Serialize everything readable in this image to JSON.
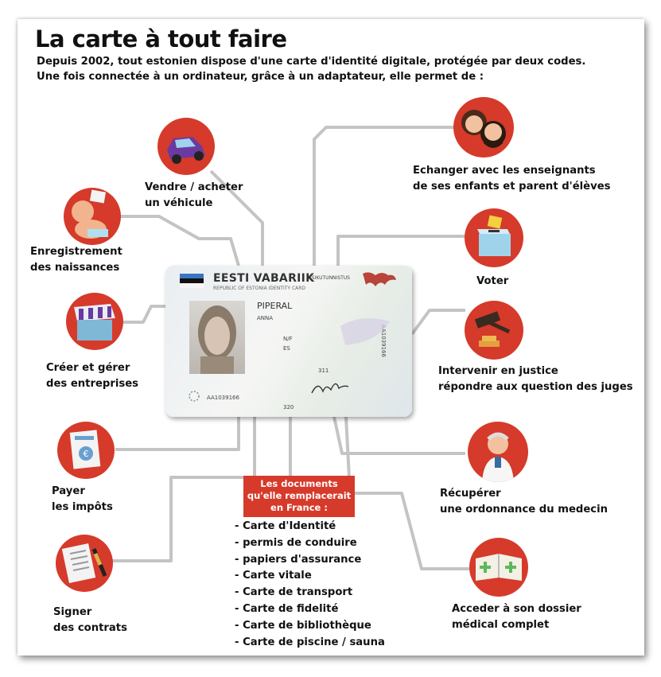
{
  "title": "La carte à tout faire",
  "subtitle": [
    "Depuis 2002, tout estonien dispose d'une carte d'identité digitale, protégée par deux codes.",
    "Une fois connectée à un ordinateur, grâce à un adaptateur, elle permet de :"
  ],
  "colors": {
    "accent": "#d63a2a",
    "text": "#111111",
    "line": "#bfbfbf"
  },
  "uses_left": [
    {
      "icon": "car-icon",
      "lines": [
        "Vendre / acheter",
        "un véhicule"
      ]
    },
    {
      "icon": "baby-icon",
      "lines": [
        "Enregistrement",
        "des naissances"
      ]
    },
    {
      "icon": "shop-icon",
      "lines": [
        "Créer et gérer",
        "des entreprises"
      ]
    },
    {
      "icon": "tax-document-icon",
      "lines": [
        "Payer",
        "les impôts"
      ]
    },
    {
      "icon": "contract-pen-icon",
      "lines": [
        "Signer",
        "des contrats"
      ]
    }
  ],
  "uses_right": [
    {
      "icon": "parents-icon",
      "lines": [
        "Echanger avec les enseignants",
        "de ses enfants et parent d'élèves"
      ]
    },
    {
      "icon": "ballot-box-icon",
      "lines": [
        "Voter"
      ]
    },
    {
      "icon": "gavel-icon",
      "lines": [
        "Intervenir en justice",
        "répondre aux question des juges"
      ]
    },
    {
      "icon": "doctor-icon",
      "lines": [
        "Récupérer",
        "une ordonnance du medecin"
      ]
    },
    {
      "icon": "medical-file-icon",
      "lines": [
        "Acceder à son dossier",
        "médical complet"
      ]
    }
  ],
  "card": {
    "country": "EESTI VABARIIK",
    "card_type_small": "ISIKUTUNNISTUS",
    "card_sub": "REPUBLIC OF ESTONIA IDENTITY CARD",
    "surname": "PIPERAL",
    "given_name": "ANNA",
    "sex": "N/F",
    "nationality": "ES",
    "number": "AA1039166",
    "code_311": "311",
    "code_320": "320",
    "vertical_code": "AA1039166"
  },
  "documents": {
    "heading": [
      "Les documents",
      "qu'elle remplacerait",
      "en France :"
    ],
    "items": [
      "- Carte d'Identité",
      "- permis de conduire",
      "- papiers d'assurance",
      "- Carte vitale",
      "- Carte de transport",
      "- Carte de fidelité",
      "- Carte de bibliothèque",
      "- Carte de piscine / sauna"
    ]
  }
}
